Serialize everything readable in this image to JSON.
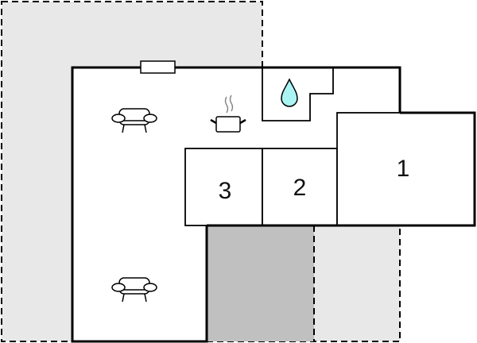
{
  "diagram": {
    "type": "floor-plan",
    "colors": {
      "outdoor_area": "#e8e8e8",
      "covered_terrace": "#c0c0c0",
      "wall": "#000000",
      "water": "#aaf4f4",
      "background": "#ffffff"
    },
    "rooms": [
      {
        "label": "1"
      },
      {
        "label": "2"
      },
      {
        "label": "3"
      }
    ],
    "icons": [
      "armchair-icon",
      "cooking-pot-icon",
      "water-drop-icon",
      "armchair-icon",
      "window-icon"
    ]
  }
}
